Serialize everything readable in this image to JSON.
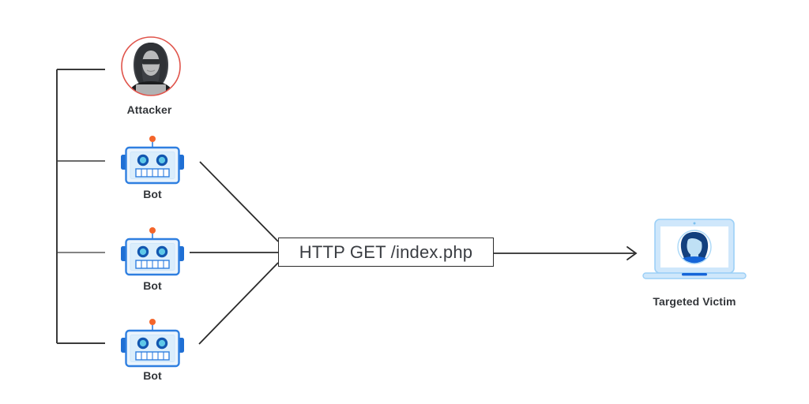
{
  "diagram": {
    "title_text": "",
    "background_color": "#ffffff",
    "nodes": [
      {
        "id": "attacker",
        "label": "Attacker",
        "icon": "attacker-hacker-icon"
      },
      {
        "id": "bot-1",
        "label": "Bot",
        "icon": "bot-robot-icon"
      },
      {
        "id": "bot-2",
        "label": "Bot",
        "icon": "bot-robot-icon"
      },
      {
        "id": "bot-3",
        "label": "Bot",
        "icon": "bot-robot-icon"
      },
      {
        "id": "victim",
        "label": "Targeted Victim",
        "icon": "laptop-user-icon"
      }
    ],
    "request_box": {
      "label": "HTTP GET /index.php",
      "border_color": "#2b2b2b",
      "text_color": "#3a3d42"
    },
    "connectors": {
      "bracket_color": "#3a3a3a",
      "line_color": "#2b2b2b",
      "arrow_icon": "arrow-right-icon"
    },
    "colors": {
      "bot_blue": "#2f7fe0",
      "bot_fill": "#eaf4fd",
      "bot_ear": "#1f6fd4",
      "bot_eye_ring": "#1257b0",
      "bot_eye_center": "#5ec8e8",
      "antenna_orange": "#f4652a",
      "attacker_ring": "#e0544b",
      "attacker_hood": "#3d4045",
      "attacker_body": "#1c1d1f",
      "attacker_face": "#b9babb",
      "attacker_laptop": "#b1b2b3",
      "victim_laptop": "#b9ddfb",
      "victim_hair": "#13407e",
      "victim_face": "#bfe0f5",
      "victim_shoulders": "#1565d8",
      "label_text": "#33363a"
    }
  }
}
